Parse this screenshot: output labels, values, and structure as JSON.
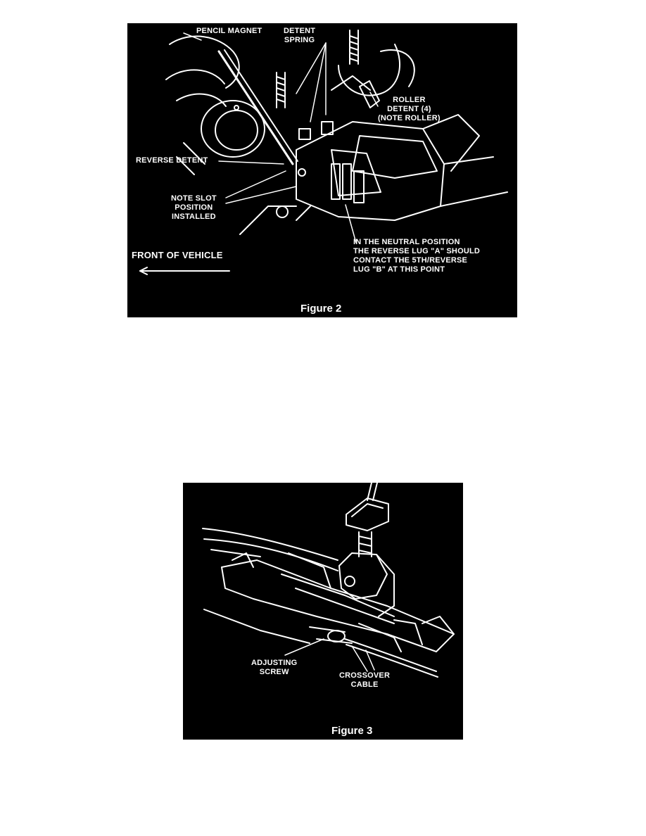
{
  "colors": {
    "page_background": "#ffffff",
    "figure_background": "#000000",
    "line_art": "#ffffff"
  },
  "figure2": {
    "caption": "Figure 2",
    "labels": {
      "pencil_magnet": "PENCIL MAGNET",
      "detent_spring": "DETENT\nSPRING",
      "roller_detent": "ROLLER\nDETENT (4)\n(NOTE ROLLER)",
      "reverse_detent": "REVERSE DETENT",
      "note_slot": "NOTE SLOT\nPOSITION\nINSTALLED",
      "front_of_vehicle": "FRONT OF VEHICLE",
      "neutral_note": "IN THE NEUTRAL POSITION\nTHE REVERSE LUG \"A\" SHOULD\nCONTACT THE 5TH/REVERSE\nLUG \"B\" AT THIS POINT"
    }
  },
  "figure3": {
    "caption": "Figure 3",
    "labels": {
      "adjusting_screw": "ADJUSTING\nSCREW",
      "crossover_cable": "CROSSOVER\nCABLE"
    }
  }
}
